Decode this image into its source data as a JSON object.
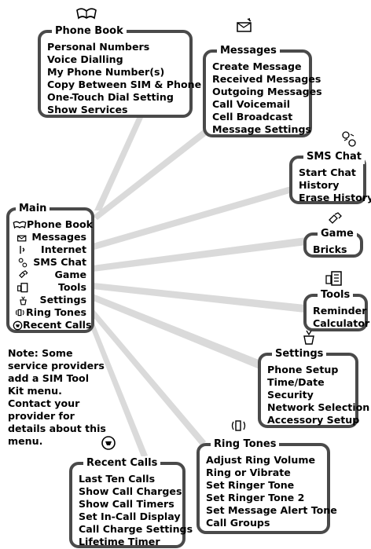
{
  "main": {
    "title": "Main",
    "items": [
      "Phone Book",
      "Messages",
      "Internet",
      "SMS Chat",
      "Game",
      "Tools",
      "Settings",
      "Ring Tones",
      "Recent Calls"
    ],
    "icons": [
      "book-icon",
      "envelope-icon",
      "internet-icon",
      "sms-chat-icon",
      "game-icon",
      "tools-icon",
      "settings-icon",
      "ring-tone-icon",
      "recent-calls-icon"
    ]
  },
  "phone_book": {
    "title": "Phone Book",
    "items": [
      "Personal Numbers",
      "Voice Dialling",
      "My Phone Number(s)",
      "Copy Between SIM & Phone",
      "One-Touch Dial Setting",
      "Show Services"
    ]
  },
  "messages": {
    "title": "Messages",
    "items": [
      "Create Message",
      "Received Messages",
      "Outgoing Messages",
      "Call Voicemail",
      "Cell Broadcast",
      "Message Settings"
    ]
  },
  "sms_chat": {
    "title": "SMS Chat",
    "items": [
      "Start Chat",
      "History",
      "Erase History"
    ]
  },
  "game": {
    "title": "Game",
    "items": [
      "Bricks"
    ]
  },
  "tools": {
    "title": "Tools",
    "items": [
      "Reminder",
      "Calculator"
    ]
  },
  "settings": {
    "title": "Settings",
    "items": [
      "Phone Setup",
      "Time/Date",
      "Security",
      "Network Selection",
      "Accessory Setup"
    ]
  },
  "ring_tones": {
    "title": "Ring Tones",
    "items": [
      "Adjust Ring Volume",
      "Ring or Vibrate",
      "Set Ringer Tone",
      "Set Ringer Tone 2",
      "Set Message Alert Tone",
      "Call Groups"
    ]
  },
  "recent_calls": {
    "title": "Recent Calls",
    "items": [
      "Last Ten Calls",
      "Show Call Charges",
      "Show Call Timers",
      "Set In-Call Display",
      "Call Charge Settings",
      "Lifetime Timer"
    ]
  },
  "note": "Note: Some service providers add a SIM Tool Kit menu. Contact your provider for details about this menu.",
  "colors": {
    "border": "#4a4a4a",
    "ray": "#d9d9d9"
  }
}
